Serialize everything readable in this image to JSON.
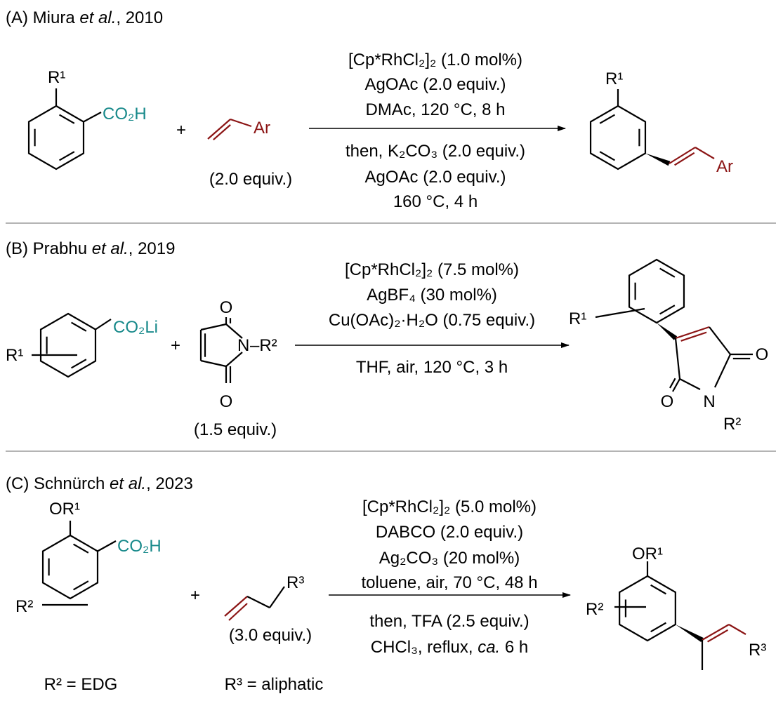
{
  "colors": {
    "carboxyl": "#17898a",
    "olefin": "#8b1414",
    "separator": "#888888"
  },
  "A": {
    "title_prefix": "(A) Miura ",
    "title_italic": "et al.",
    "title_suffix": ", 2010",
    "reactant": {
      "r": "R¹",
      "group": "CO₂H"
    },
    "plus": "+",
    "olefin": {
      "group": "Ar",
      "amount": "(2.0 equiv.)"
    },
    "conditions_above": [
      "[Cp*RhCl₂]₂ (1.0 mol%)",
      "AgOAc (2.0 equiv.)",
      "DMAc, 120 °C, 8 h"
    ],
    "conditions_below": [
      "then, K₂CO₃ (2.0 equiv.)",
      "AgOAc (2.0 equiv.)",
      "160 °C, 4 h"
    ],
    "product": {
      "r": "R¹",
      "group": "Ar"
    }
  },
  "B": {
    "title_prefix": "(B) Prabhu ",
    "title_italic": "et al.",
    "title_suffix": ", 2019",
    "reactant": {
      "r": "R¹",
      "group": "CO₂Li"
    },
    "plus": "+",
    "maleimide": {
      "o1": "O",
      "o2": "O",
      "n": "N",
      "r": "–R²",
      "amount": "(1.5 equiv.)"
    },
    "conditions_above": [
      "[Cp*RhCl₂]₂ (7.5 mol%)",
      "AgBF₄ (30 mol%)",
      "Cu(OAc)₂·H₂O (0.75 equiv.)"
    ],
    "conditions_below": [
      "THF, air, 120 °C, 3 h"
    ],
    "product": {
      "r": "R¹",
      "o1": "O",
      "o2": "O",
      "n": "N",
      "r2": "R²"
    }
  },
  "C": {
    "title_prefix": "(C) Schnürch ",
    "title_italic": "et al.",
    "title_suffix": ", 2023",
    "reactant": {
      "or": "OR¹",
      "group": "CO₂H",
      "r": "R²",
      "note": "R² = EDG"
    },
    "plus": "+",
    "olefin": {
      "group": "R³",
      "amount": "(3.0 equiv.)",
      "note": "R³ = aliphatic"
    },
    "conditions_above": [
      "[Cp*RhCl₂]₂ (5.0 mol%)",
      "DABCO (2.0 equiv.)",
      "Ag₂CO₃ (20 mol%)",
      "toluene, air, 70 °C, 48 h"
    ],
    "conditions_below": [
      "then, TFA (2.5 equiv.)"
    ],
    "conditions_last": {
      "prefix": "CHCl₃, reflux, ",
      "italic": "ca.",
      "suffix": " 6 h"
    },
    "product": {
      "or": "OR¹",
      "r": "R²",
      "group": "R³"
    }
  }
}
